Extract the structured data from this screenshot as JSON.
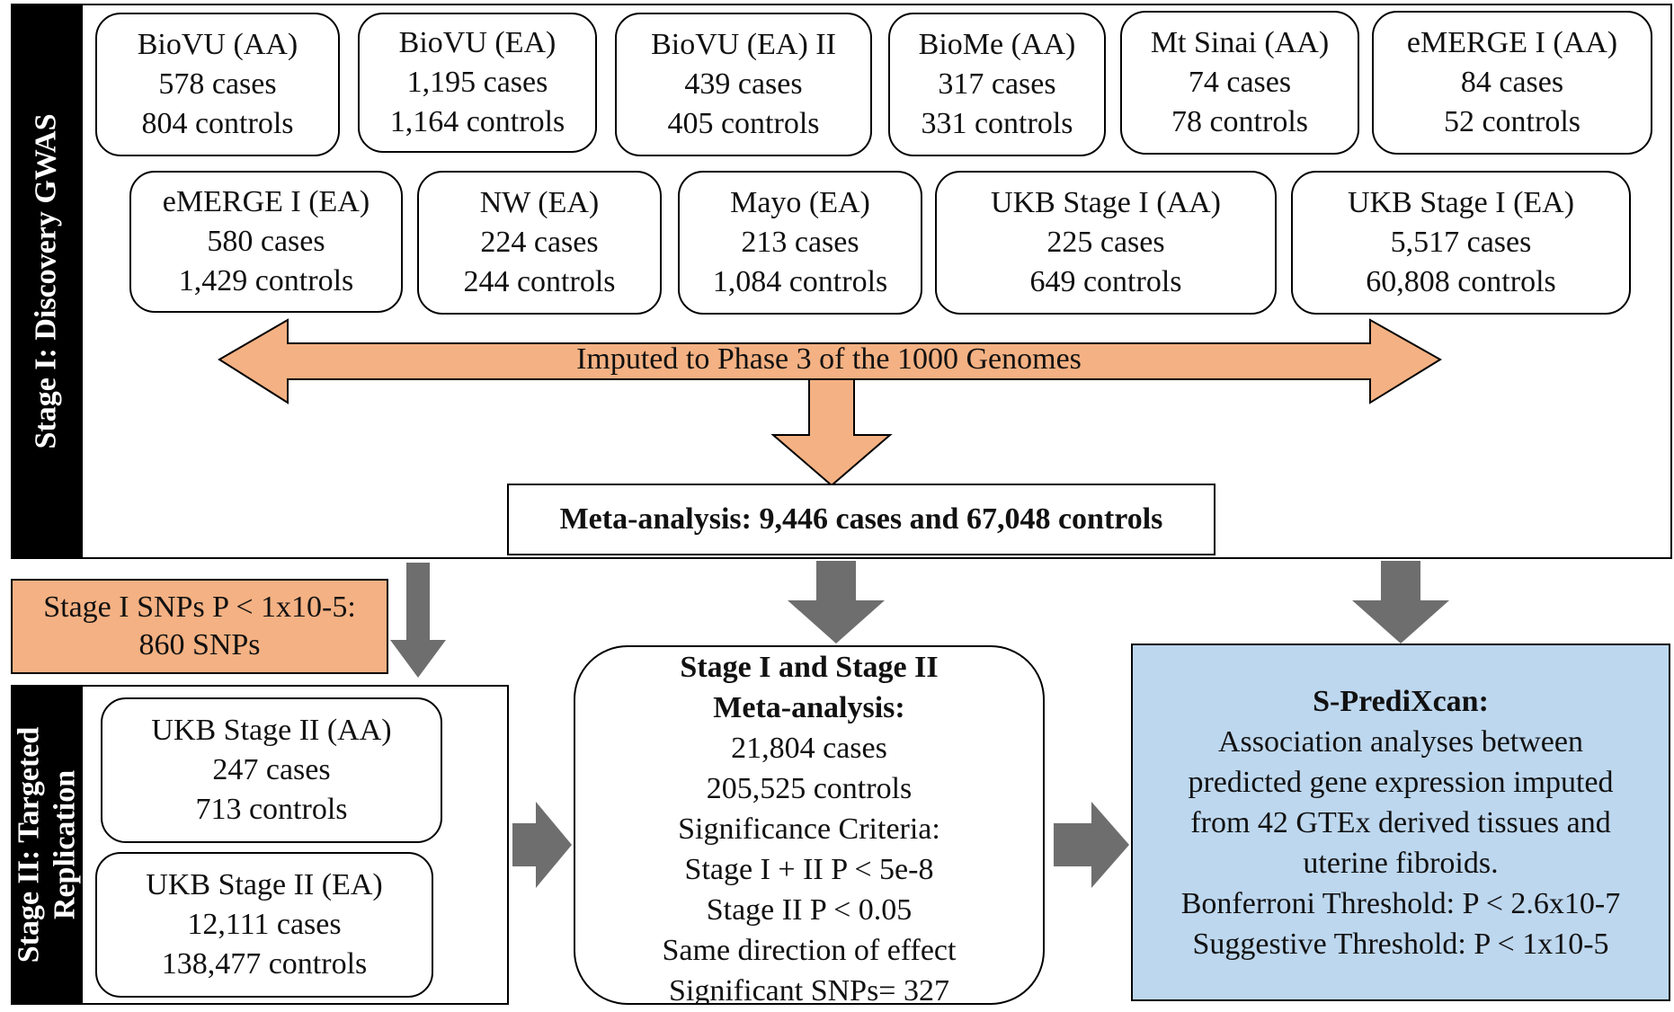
{
  "stage1": {
    "label": "Stage I: Discovery GWAS",
    "cohorts_row1": [
      {
        "name": "BioVU (AA)",
        "cases": "578 cases",
        "controls": "804 controls"
      },
      {
        "name": "BioVU (EA)",
        "cases": "1,195 cases",
        "controls": "1,164 controls"
      },
      {
        "name": "BioVU (EA) II",
        "cases": "439 cases",
        "controls": "405 controls"
      },
      {
        "name": "BioMe (AA)",
        "cases": "317 cases",
        "controls": "331 controls"
      },
      {
        "name": "Mt Sinai (AA)",
        "cases": "74 cases",
        "controls": "78 controls"
      },
      {
        "name": "eMERGE I (AA)",
        "cases": "84 cases",
        "controls": "52 controls"
      }
    ],
    "cohorts_row2": [
      {
        "name": "eMERGE I (EA)",
        "cases": "580 cases",
        "controls": "1,429 controls"
      },
      {
        "name": "NW (EA)",
        "cases": "224 cases",
        "controls": "244 controls"
      },
      {
        "name": "Mayo (EA)",
        "cases": "213 cases",
        "controls": "1,084 controls"
      },
      {
        "name": "UKB Stage I (AA)",
        "cases": "225 cases",
        "controls": "649 controls"
      },
      {
        "name": "UKB Stage I (EA)",
        "cases": "5,517 cases",
        "controls": "60,808 controls"
      }
    ],
    "imputation": "Imputed to Phase 3 of the 1000 Genomes",
    "meta_analysis": "Meta-analysis: 9,446 cases and 67,048 controls"
  },
  "snp_filter": {
    "line1": "Stage I SNPs P < 1x10-5:",
    "line2": "860 SNPs"
  },
  "stage2": {
    "label_line1": "Stage II: Targeted",
    "label_line2": "Replication",
    "cohorts": [
      {
        "name": "UKB Stage II (AA)",
        "cases": "247 cases",
        "controls": "713 controls"
      },
      {
        "name": "UKB Stage II (EA)",
        "cases": "12,111 cases",
        "controls": "138,477 controls"
      }
    ]
  },
  "combined_meta": {
    "title_line1": "Stage I and Stage II",
    "title_line2": "Meta-analysis:",
    "lines": [
      "21,804 cases",
      "205,525 controls",
      "Significance Criteria:",
      "Stage I + II P < 5e-8",
      "Stage II P < 0.05",
      "Same direction of effect",
      "Significant SNPs= 327"
    ]
  },
  "spredixcan": {
    "title": "S-PrediXcan:",
    "lines": [
      "Association analyses between",
      "predicted gene expression imputed",
      "from 42 GTEx derived tissues and",
      "uterine fibroids.",
      "Bonferroni Threshold: P < 2.6x10-7",
      "Suggestive Threshold: P < 1x10-5"
    ]
  },
  "colors": {
    "orange": "#f4b183",
    "blue": "#bdd7ee",
    "gray_arrow": "#6e6e6e",
    "sidebar": "#000000"
  }
}
